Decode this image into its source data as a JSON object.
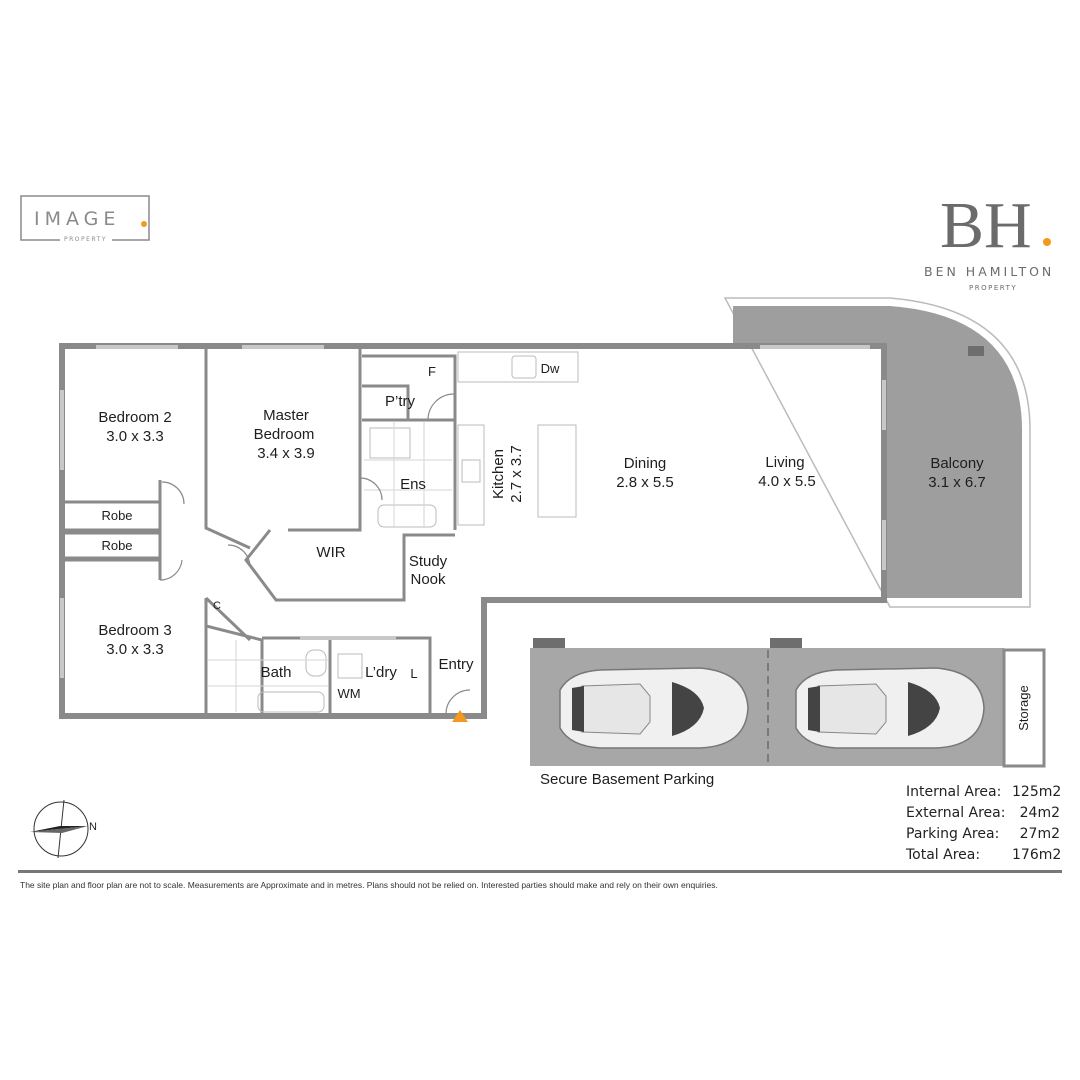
{
  "logos": {
    "image_property": {
      "name": "IMAGE",
      "sub": "PROPERTY",
      "accent": "#f39a1e"
    },
    "ben_hamilton": {
      "monogram": "BH",
      "name": "BEN HAMILTON",
      "sub": "PROPERTY",
      "accent": "#f39a1e"
    }
  },
  "rooms": {
    "bedroom2": {
      "name": "Bedroom 2",
      "dims": "3.0 x 3.3"
    },
    "master": {
      "name1": "Master",
      "name2": "Bedroom",
      "dims": "3.4 x 3.9"
    },
    "bedroom3": {
      "name": "Bedroom 3",
      "dims": "3.0 x 3.3"
    },
    "robe1": "Robe",
    "robe2": "Robe",
    "wir": "WIR",
    "study": {
      "line1": "Study",
      "line2": "Nook"
    },
    "pantry": "P’try",
    "fridge": "F",
    "dishwasher": "Dw",
    "ensuite": "Ens",
    "kitchen": {
      "name": "Kitchen",
      "dims": "2.7 x 3.7"
    },
    "dining": {
      "name": "Dining",
      "dims": "2.8 x 5.5"
    },
    "living": {
      "name": "Living",
      "dims": "4.0 x 5.5"
    },
    "balcony": {
      "name": "Balcony",
      "dims": "3.1 x 6.7"
    },
    "linen": "C",
    "bath": "Bath",
    "laundry": "L’dry",
    "laundry_l": "L",
    "wm": "WM",
    "entry": "Entry",
    "storage": "Storage",
    "parking": "Secure Basement Parking"
  },
  "compass": {
    "label": "N"
  },
  "areas": [
    {
      "label": "Internal Area:",
      "value": "125m2"
    },
    {
      "label": "External Area:",
      "value": "24m2"
    },
    {
      "label": "Parking Area:",
      "value": "27m2"
    },
    {
      "label": "Total Area:",
      "value": "176m2"
    }
  ],
  "disclaimer": "The site plan and floor plan are not to scale. Measurements are Approximate and in metres.   Plans should not be relied on. Interested parties should make and rely on their own enquiries.",
  "colors": {
    "wall": "#8a8a8a",
    "balcony": "#9e9e9e",
    "parking": "#a7a7a7",
    "car_window": "#444444",
    "accent": "#f39a1e"
  }
}
